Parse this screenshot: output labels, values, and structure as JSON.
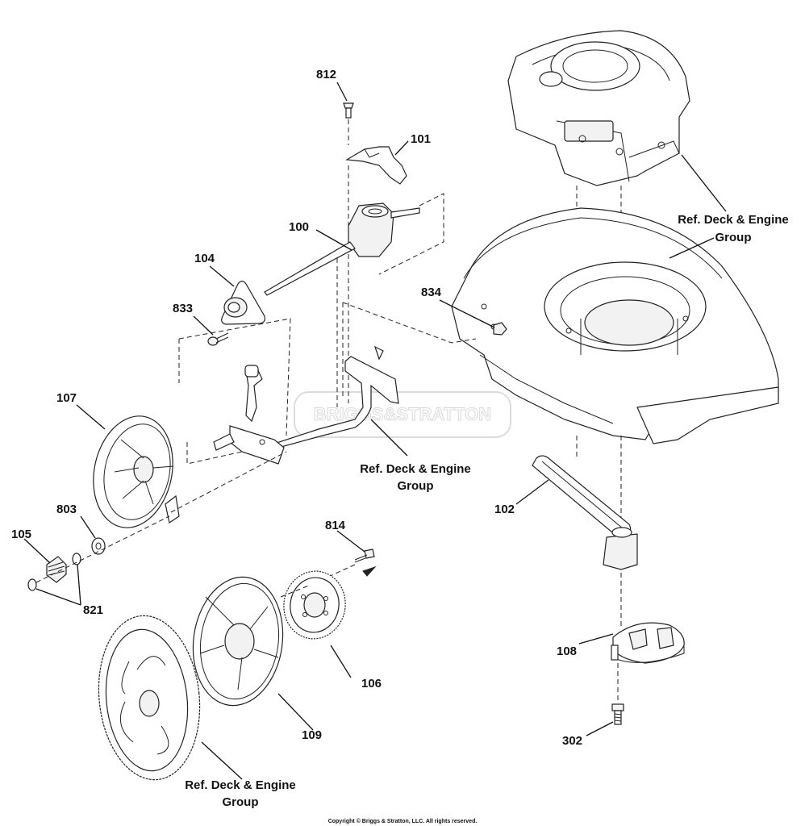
{
  "diagram": {
    "part_labels": {
      "p812": "812",
      "p101": "101",
      "p100": "100",
      "p104": "104",
      "p833": "833",
      "p834": "834",
      "p107": "107",
      "p803": "803",
      "p105": "105",
      "p821": "821",
      "p814": "814",
      "p102": "102",
      "p108": "108",
      "p106": "106",
      "p109": "109",
      "p302": "302"
    },
    "references": {
      "engine_ref_line1": "Ref. Deck & Engine",
      "engine_ref_line2": "Group",
      "axle_ref_line1": "Ref. Deck & Engine",
      "axle_ref_line2": "Group",
      "wheel_ref_line1": "Ref. Deck & Engine",
      "wheel_ref_line2": "Group"
    },
    "watermark": "BRIGGS&STRATTON",
    "copyright": "Copyright © Briggs & Stratton, LLC. All rights reserved."
  }
}
